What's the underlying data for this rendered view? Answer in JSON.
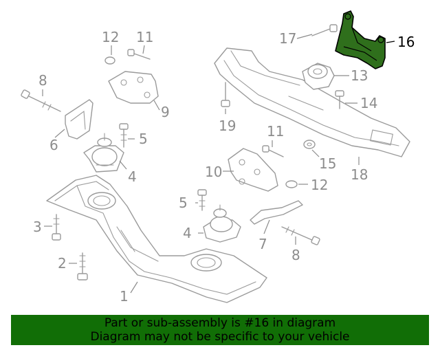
{
  "diagram": {
    "callouts": {
      "c1": "1",
      "c2": "2",
      "c3": "3",
      "c4a": "4",
      "c4b": "4",
      "c5a": "5",
      "c5b": "5",
      "c6": "6",
      "c7": "7",
      "c8a": "8",
      "c8b": "8",
      "c9": "9",
      "c10": "10",
      "c11a": "11",
      "c11b": "11",
      "c12a": "12",
      "c12b": "12",
      "c13": "13",
      "c14": "14",
      "c15": "15",
      "c16": "16",
      "c17": "17",
      "c18": "18",
      "c19": "19"
    },
    "highlight_color": "#2f6f1c"
  },
  "banner": {
    "line1": "Part or sub-assembly is #16 in diagram",
    "line2": "Diagram may not be specific to your vehicle",
    "background": "#116e06"
  }
}
